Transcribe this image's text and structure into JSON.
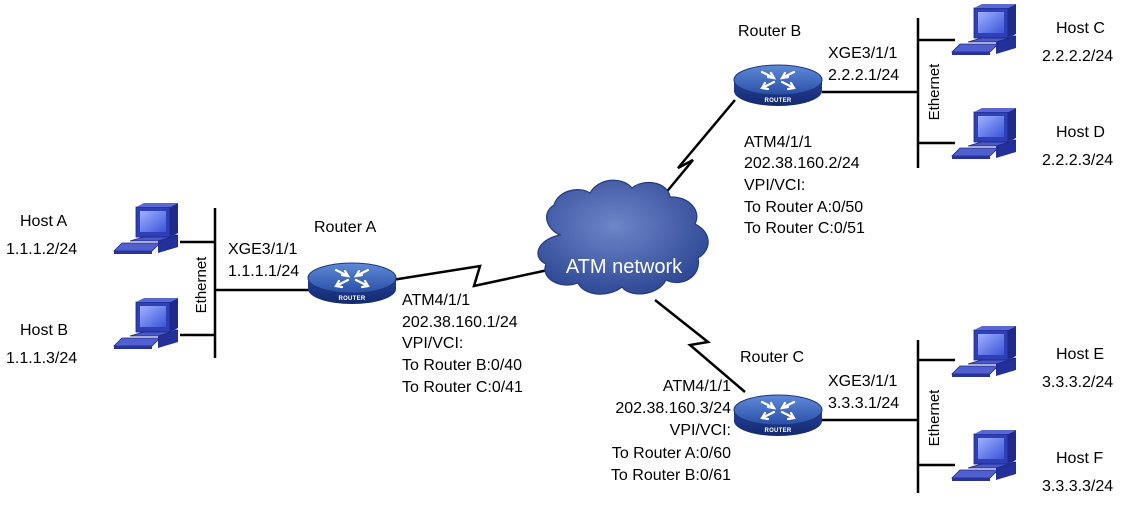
{
  "network": {
    "cloud_label": "ATM network",
    "ethernet_label": "Ethernet",
    "router_badge": "ROUTER"
  },
  "routers": {
    "a": {
      "name": "Router A",
      "eth_if": "XGE3/1/1",
      "eth_ip": "1.1.1.1/24",
      "atm_if": "ATM4/1/1",
      "atm_ip": "202.38.160.1/24",
      "vpi_title": "VPI/VCI:",
      "pvc1": "To Router B:0/40",
      "pvc2": "To Router C:0/41"
    },
    "b": {
      "name": "Router B",
      "eth_if": "XGE3/1/1",
      "eth_ip": "2.2.2.1/24",
      "atm_if": "ATM4/1/1",
      "atm_ip": "202.38.160.2/24",
      "vpi_title": "VPI/VCI:",
      "pvc1": "To Router A:0/50",
      "pvc2": "To Router C:0/51"
    },
    "c": {
      "name": "Router C",
      "eth_if": "XGE3/1/1",
      "eth_ip": "3.3.3.1/24",
      "atm_if": "ATM4/1/1",
      "atm_ip": "202.38.160.3/24",
      "vpi_title": "VPI/VCI:",
      "pvc1": "To Router A:0/60",
      "pvc2": "To Router B:0/61"
    }
  },
  "hosts": {
    "a": {
      "name": "Host A",
      "ip": "1.1.1.2/24"
    },
    "b": {
      "name": "Host B",
      "ip": "1.1.1.3/24"
    },
    "c": {
      "name": "Host C",
      "ip": "2.2.2.2/24"
    },
    "d": {
      "name": "Host D",
      "ip": "2.2.2.3/24"
    },
    "e": {
      "name": "Host E",
      "ip": "3.3.3.2/24"
    },
    "f": {
      "name": "Host F",
      "ip": "3.3.3.3/24"
    }
  }
}
